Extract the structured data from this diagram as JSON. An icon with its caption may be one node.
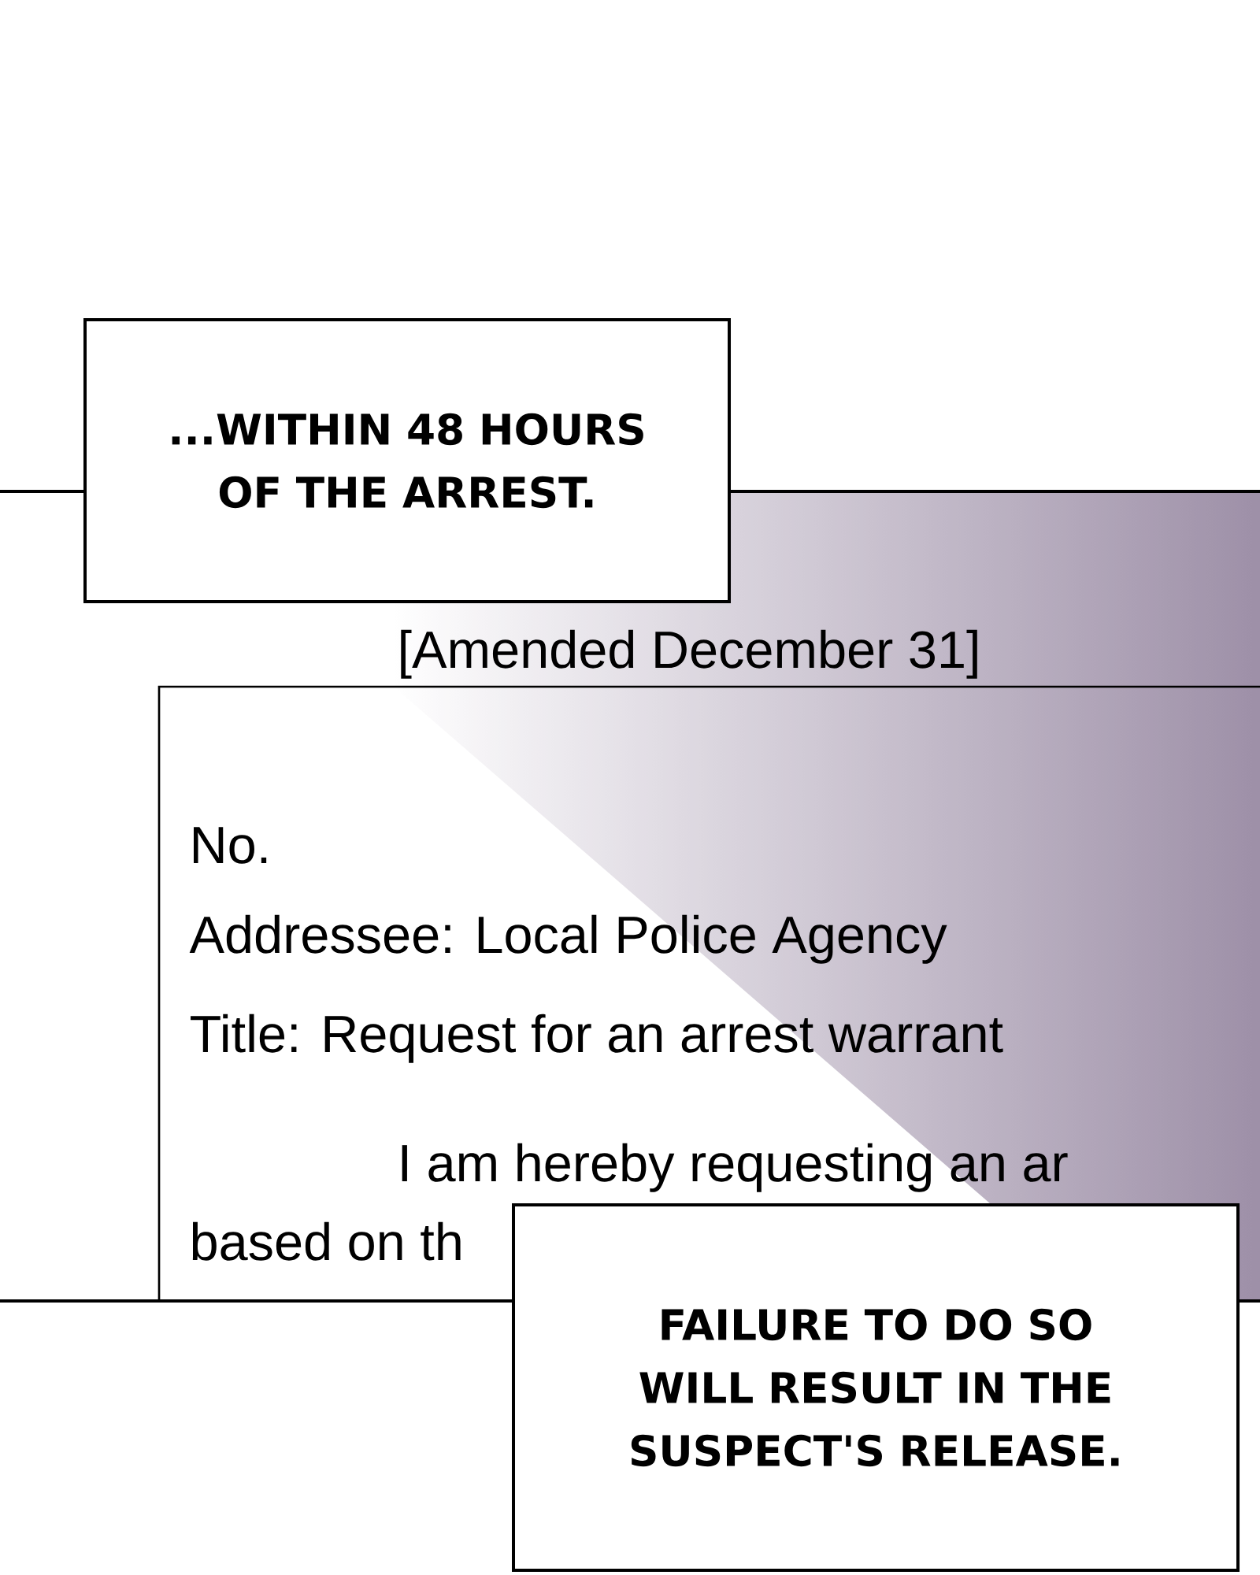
{
  "diagram": {
    "nodes": [
      {
        "text": [
          "...WITHIN 48 HOURS OF THE ARREST."
        ]
      },
      {
        "text": [
          "No.",
          "Addressee: Local Police Agency",
          "Title: Request for an arrest warrant",
          "I am hereby requesting an ar",
          "based on th"
        ]
      },
      {
        "text": [
          "FAILURE TO DO SO WILL RESULT IN THE SUSPECT'S RELEASE."
        ]
      }
    ],
    "labels": [
      "[Amended December 31]"
    ]
  }
}
